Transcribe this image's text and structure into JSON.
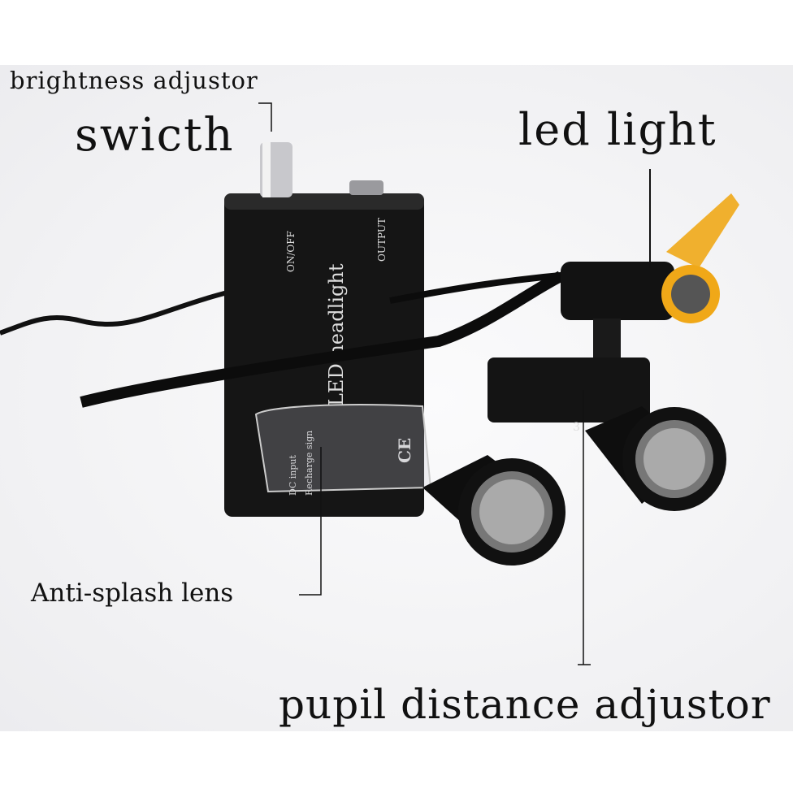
{
  "labels": {
    "brightness": "brightness adjustor",
    "switch": "swicth",
    "led_light": "led light",
    "anti_splash": "Anti-splash lens",
    "pupil": "pupil distance adjustor"
  },
  "device": {
    "on_off": "ON/OFF",
    "output": "OUTPUT",
    "brand": "LED headlight",
    "dc_input": "DC input",
    "recharge": "Recharge sign",
    "ce": "CE",
    "magnification": "3"
  },
  "colors": {
    "filter": "#f0a818",
    "body": "#141414"
  }
}
